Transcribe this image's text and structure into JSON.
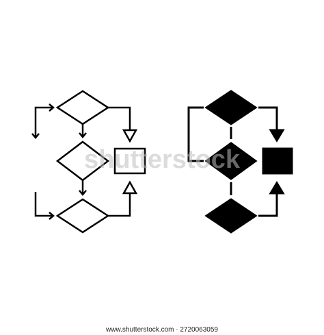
{
  "watermark": {
    "text": "shutterstock"
  },
  "footer": {
    "text": "www.shutterstock.com · 2720063059"
  },
  "icons": {
    "left": {
      "name": "flowchart-outline-icon",
      "style": "outline"
    },
    "right": {
      "name": "flowchart-glyph-icon",
      "style": "filled"
    }
  },
  "colors": {
    "stroke": "#000000",
    "background": "#ffffff",
    "watermark": "#bebebe"
  }
}
